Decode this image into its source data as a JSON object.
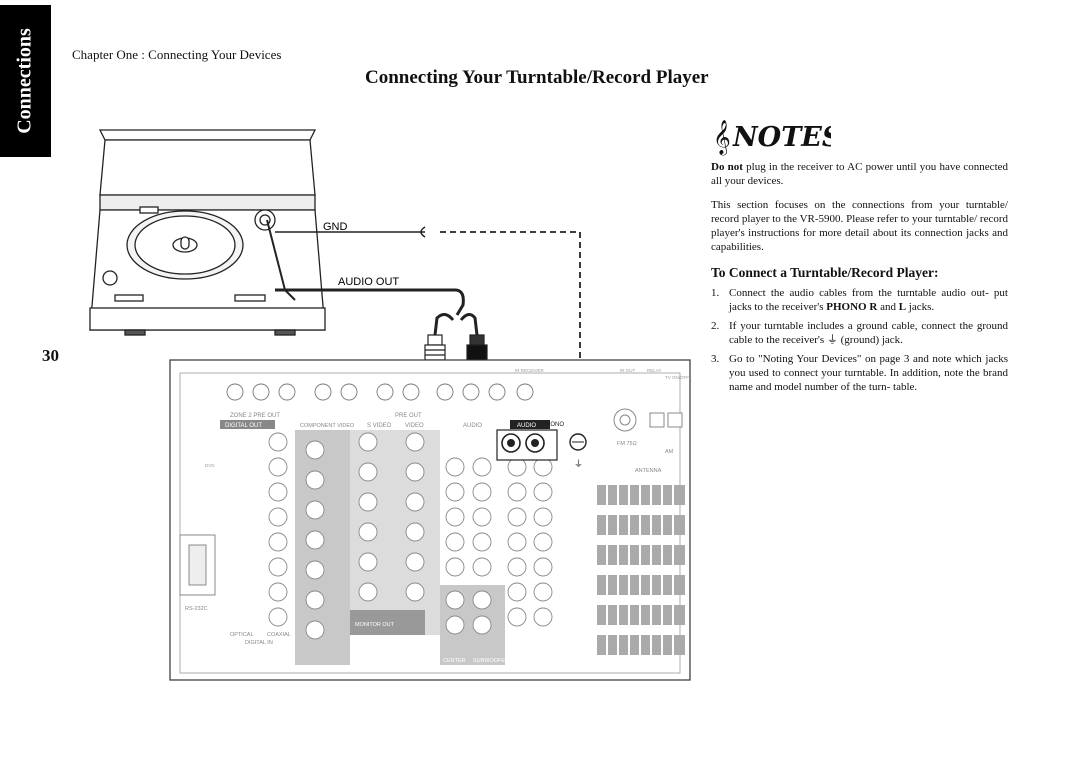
{
  "side_tab": {
    "label": "Connections"
  },
  "header": {
    "chapter": "Chapter One : Connecting Your Devices",
    "title": "Connecting Your Turntable/Record Player"
  },
  "page_number": "30",
  "diagram": {
    "gnd_label": "GND",
    "audio_out_label": "AUDIO OUT",
    "panel_labels": {
      "zone2": "ZONE 2 PRE OUT",
      "digital_out": "DIGITAL OUT",
      "component_video": "COMPONENT VIDEO",
      "s_video": "S VIDEO",
      "video": "VIDEO",
      "audio": "AUDIO",
      "phono": "PHONO",
      "pre_out": "PRE OUT",
      "antenna": "ANTENNA",
      "fm": "FM 75Ω",
      "am": "AM",
      "monitor_out": "MONITOR OUT",
      "center": "CENTER",
      "subwoofer": "SUBWOOFER",
      "optical": "OPTICAL",
      "coaxial": "COAXIAL",
      "digital_in": "DIGITAL IN",
      "rs232": "RS-232C",
      "relay": "RELAY",
      "ir_out": "IR OUT",
      "ir_receiver": "IR RECEIVER",
      "dvd_vcr": "DVD",
      "tv_on_off": "TV ON/OFF"
    }
  },
  "notes": {
    "logo_text": "NOTES",
    "note1_bold": "Do not",
    "note1_rest": " plug in the receiver to AC power until you have connected all your devices.",
    "note2": "This section focuses on the connections from your turntable/ record player to the VR-5900. Please refer to your turntable/ record player's instructions for more detail about its connection jacks and capabilities."
  },
  "section": {
    "heading": "To Connect a Turntable/Record Player:",
    "steps": [
      {
        "num": "1.",
        "pre": "Connect the audio cables from the turntable audio out- put jacks to the receiver's ",
        "b1": "PHONO R",
        "mid": " and ",
        "b2": "L",
        "post": " jacks."
      },
      {
        "num": "2.",
        "pre": "If your turntable includes a ground cable, connect the ground cable to the receiver's ",
        "sym": "⏚",
        "post": " (ground) jack."
      },
      {
        "num": "3.",
        "text": "Go to \"Noting Your Devices\" on page 3 and note which jacks you used to connect your turntable. In addition, note the brand name and model number of the turn- table."
      }
    ]
  },
  "colors": {
    "tab_bg": "#000000",
    "panel_gray": "#b8b8b8",
    "panel_light": "#e8e8e8",
    "line": "#222222"
  }
}
